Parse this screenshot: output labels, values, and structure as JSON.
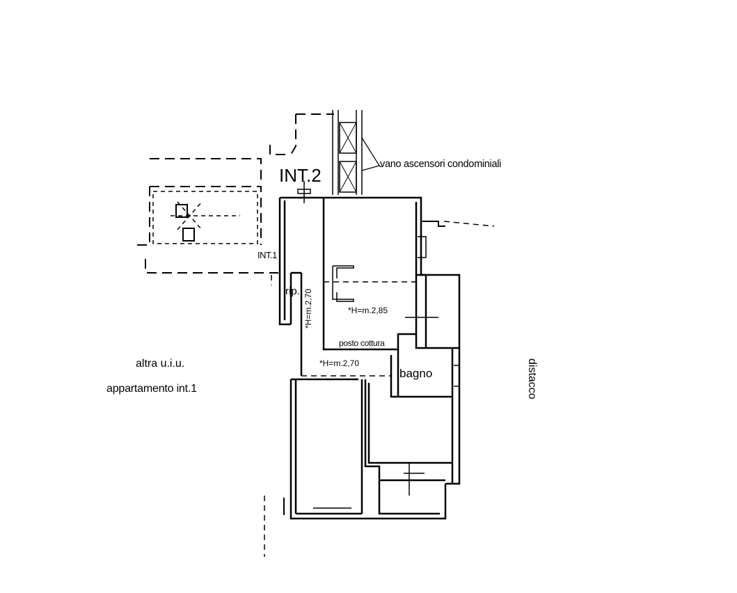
{
  "labels": {
    "unit_int2": "INT.2",
    "elevator_shaft": "vano ascensori condominiali",
    "unit_int1": "INT.1",
    "closet": "rip.",
    "height_entrance": "*H=m.2,70",
    "height_living": "*H=m.2,85",
    "kitchenette": "posto cottura",
    "height_corridor": "*H=m.2,70",
    "bathroom": "bagno",
    "other_unit": "altra u.i.u.",
    "other_unit_apartment": "appartamento int.1",
    "setback": "distacco"
  },
  "colors": {
    "line": "#000000",
    "background": "#ffffff"
  }
}
